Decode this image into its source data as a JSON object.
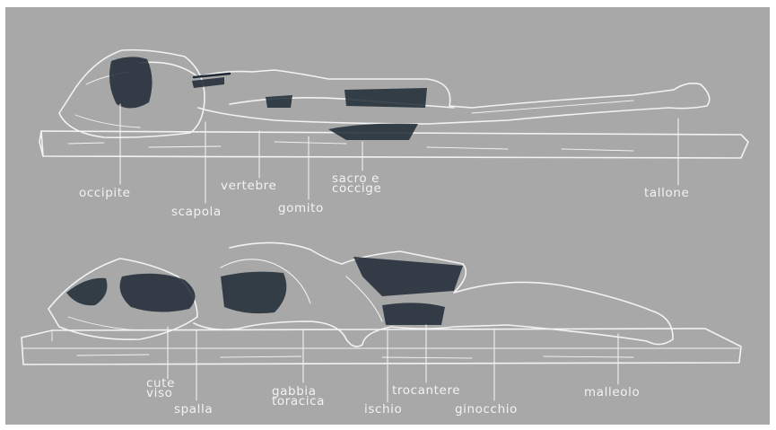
{
  "diagram": {
    "supine": {
      "labels": {
        "occipite": "occipite",
        "scapola": "scapola",
        "vertebre": "vertebre",
        "gomito": "gomito",
        "sacro_line1": "sacro e",
        "sacro_line2": "coccige",
        "tallone": "tallone"
      }
    },
    "lateral": {
      "labels": {
        "cute_line1": "cute",
        "cute_line2": "viso",
        "spalla": "spalla",
        "gabbia_line1": "gabbia",
        "gabbia_line2": "toracica",
        "ischio": "ischio",
        "trocantere": "trocantere",
        "ginocchio": "ginocchio",
        "malleolo": "malleolo"
      }
    }
  },
  "colors": {
    "background": "#a8a8a8",
    "outline": "#f2f2f2",
    "shading": "#1f2a35"
  }
}
